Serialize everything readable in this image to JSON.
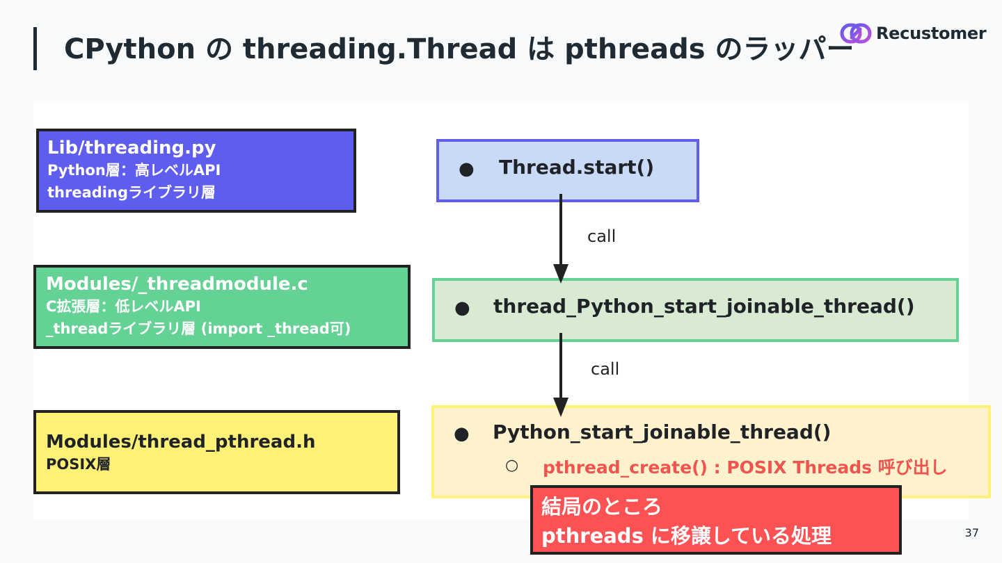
{
  "header": {
    "title": "CPython の threading.Thread は pthreads のラッパー",
    "logo_text": "Recustomer"
  },
  "layers": {
    "python": {
      "title": "Lib/threading.py",
      "line1": "Python層：高レベルAPI",
      "line2": "threadingライブラリ層"
    },
    "c": {
      "title": "Modules/_threadmodule.c",
      "line1": "C拡張層：低レベルAPI",
      "line2": "_threadライブラリ層 (import _thread可)"
    },
    "posix": {
      "title": "Modules/thread_pthread.h",
      "line1": "POSIX層"
    }
  },
  "flow": {
    "bullet": "●",
    "sub_bullet": "○",
    "start": "Thread.start()",
    "mid": "thread_Python_start_joinable_thread()",
    "low": "Python_start_joinable_thread()",
    "low_sub": "pthread_create() : POSIX Threads 呼び出し",
    "call1": "call",
    "call2": "call"
  },
  "callout": {
    "line1": "結局のところ",
    "line2": "pthreads に移譲している処理"
  },
  "page_number": "37",
  "colors": {
    "python_layer": "#5f5cf0",
    "c_layer": "#64d295",
    "posix_layer": "#fff176",
    "callout": "#fd5253",
    "highlight_text": "#f0544f"
  }
}
